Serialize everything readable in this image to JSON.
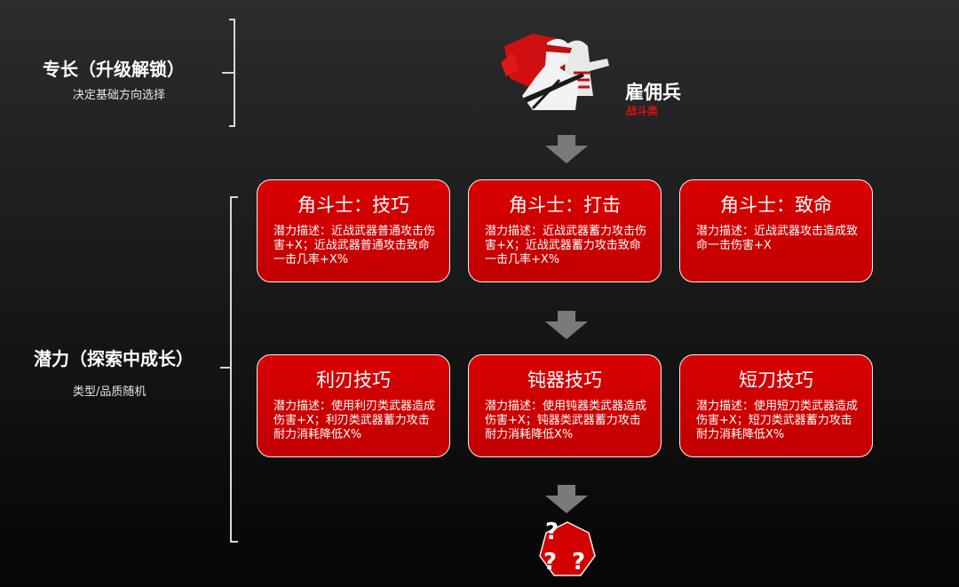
{
  "left": {
    "skill": {
      "title": "专长（升级解锁）",
      "subtitle": "决定基础方向选择"
    },
    "potential": {
      "title": "潜力（探索中成长）",
      "subtitle": "类型/品质随机"
    }
  },
  "logo": {
    "icon": "mercenary-soldier-icon",
    "name": "雇佣兵",
    "category": "战斗类"
  },
  "row1": [
    {
      "title": "角斗士：技巧",
      "desc": "潜力描述：近战武器普通攻击伤害+X；近战武器普通攻击致命一击几率+X%"
    },
    {
      "title": "角斗士：打击",
      "desc": "潜力描述：近战武器蓄力攻击伤害+X；近战武器蓄力攻击致命一击几率+X%"
    },
    {
      "title": "角斗士：致命",
      "desc": "潜力描述：近战武器攻击造成致命一击伤害+X"
    }
  ],
  "row2": [
    {
      "title": "利刃技巧",
      "desc": "潜力描述：使用利刃类武器造成伤害+X；利刃类武器蓄力攻击耐力消耗降低X%"
    },
    {
      "title": "钝器技巧",
      "desc": "潜力描述：使用钝器类武器造成伤害+X；钝器类武器蓄力攻击耐力消耗降低X%"
    },
    {
      "title": "短刀技巧",
      "desc": "潜力描述：使用短刀类武器造成伤害+X；短刀类武器蓄力攻击耐力消耗降低X%"
    }
  ],
  "unknown": {
    "marks": [
      "?",
      "?",
      "?"
    ]
  },
  "colors": {
    "card_red": "#d00000",
    "arrow_gray": "#7a7a7a",
    "accent_red": "#e01010"
  }
}
